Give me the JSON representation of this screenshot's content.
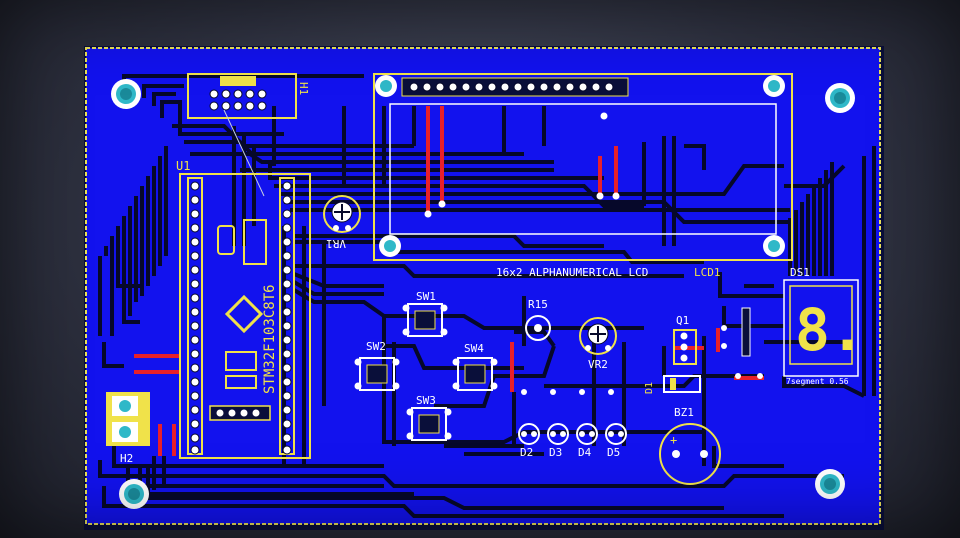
{
  "board": {
    "lcd_label": "16x2 ALPHANUMERICAL LCD",
    "colors": {
      "substrate": "#0a0f3a",
      "copper": "#1414f0",
      "trace": "#06082a",
      "silkscreen": "#f0e24a",
      "top_trace": "#e8202a",
      "mount_hole": "#2fb8c8"
    }
  },
  "components": {
    "h1": "H1",
    "u1": "U1",
    "u1_part": "STM32F103C8T6",
    "vr1": "VR1",
    "sw1": "SW1",
    "sw2": "SW2",
    "sw3": "SW3",
    "sw4": "SW4",
    "r15": "R15",
    "vr2": "VR2",
    "q1": "Q1",
    "d1": "D1",
    "d2": "D2",
    "d3": "D3",
    "d4": "D4",
    "d5": "D5",
    "bz1": "BZ1",
    "bz1_plus": "+",
    "h2": "H2",
    "lcd1": "LCD1",
    "ds1": "DS1",
    "ds1_part": "7segment 0.56",
    "ds1_digit": "8."
  }
}
